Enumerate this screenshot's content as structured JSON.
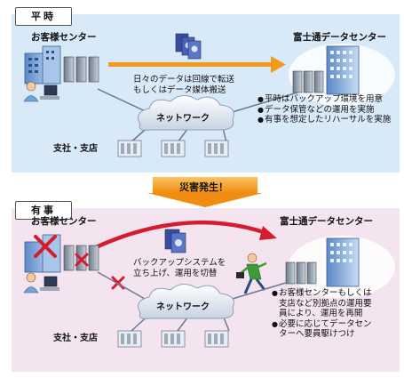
{
  "normal": {
    "tab": "平時",
    "customer_center": "お客様センター",
    "fujitsu_center": "富士通データセンター",
    "transfer_text": [
      "日々のデータは回線で転送",
      "もしくはデータ媒体搬送"
    ],
    "network": "ネットワーク",
    "branch": "支社・支店",
    "bullets": [
      "平時はバックアップ環境を用意",
      "データ保管などの運用を実施",
      "有事を想定したリハーサルを実施"
    ]
  },
  "disaster_arrow": "災害発生！",
  "emergency": {
    "tab": "有事",
    "customer_center": "お客様センター",
    "fujitsu_center": "富士通データセンター",
    "system_text": [
      "バックアップシステムを",
      "立ち上げ、運用を切替"
    ],
    "network": "ネットワーク",
    "branch": "支社・支店",
    "bullets": [
      "お客様センターもしくは",
      "支店など別拠点の運用要",
      "員により、運用を再開",
      "必要に応じてデータセン",
      "ターへ要員駆けつけ"
    ]
  },
  "colors": {
    "arrow_orange": "#f39a1c",
    "arrow_red": "#d71b2f",
    "top_panel": "#d8e9f8",
    "bottom_panel": "#f4e4f0"
  }
}
